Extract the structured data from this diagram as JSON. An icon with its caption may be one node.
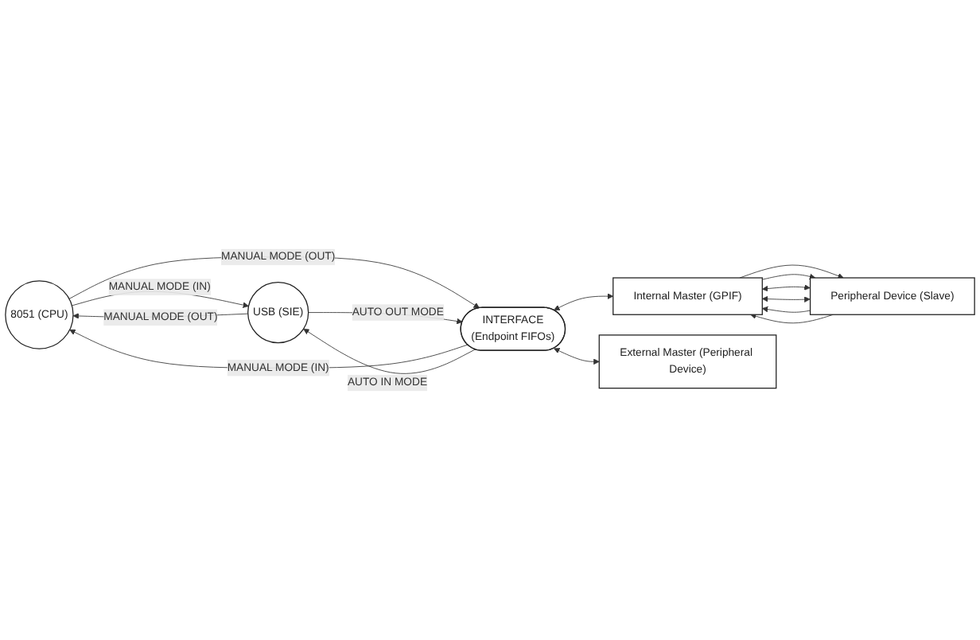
{
  "diagram": {
    "nodes": [
      {
        "text": [
          "8051 (CPU)"
        ]
      },
      {
        "text": [
          "Peripheral Device (Slave)"
        ]
      },
      {
        "text": [
          "Internal Master (GPIF)"
        ]
      },
      {
        "text": [
          "USB (SIE)"
        ]
      },
      {
        "text": [
          "INTERFACE",
          "(Endpoint FIFOs)"
        ]
      },
      {
        "text": [
          "External Master (Peripheral Device)"
        ]
      }
    ],
    "edges": [
      {
        "from": 0,
        "to": 3,
        "arrow": "to",
        "label": "MANUAL MODE (IN)"
      },
      {
        "from": 3,
        "to": 0,
        "arrow": "to",
        "label": "MANUAL MODE (OUT)"
      },
      {
        "from": 4,
        "to": 0,
        "arrow": "to",
        "label": "MANUAL MODE (IN)"
      },
      {
        "from": 0,
        "to": 4,
        "arrow": "to",
        "label": "MANUAL MODE (OUT)"
      },
      {
        "from": 4,
        "to": 3,
        "arrow": "to",
        "label": "AUTO IN MODE"
      },
      {
        "from": 3,
        "to": 4,
        "arrow": "to",
        "label": "AUTO OUT MODE"
      },
      {
        "from": 4,
        "to": 2,
        "arrow": "both"
      },
      {
        "from": 4,
        "to": 5,
        "arrow": "both"
      },
      {
        "from": 1,
        "to": 2,
        "arrow": "both"
      },
      {
        "from": 1,
        "to": 2,
        "arrow": "both"
      },
      {
        "from": 2,
        "to": 1,
        "arrow": "to"
      },
      {
        "from": 2,
        "to": 1,
        "arrow": "to"
      },
      {
        "from": 1,
        "to": 2,
        "arrow": "to"
      },
      {
        "from": 1,
        "to": 2,
        "arrow": "to"
      }
    ]
  }
}
